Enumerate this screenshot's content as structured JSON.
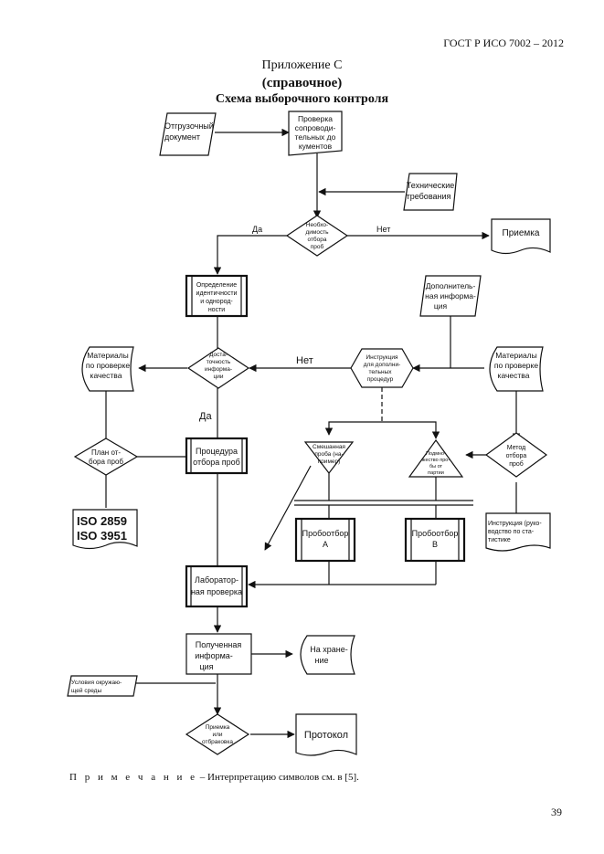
{
  "header": {
    "standard": "ГОСТ Р ИСО 7002 – 2012"
  },
  "titles": {
    "appendix": "Приложение С",
    "kind": "(справочное)",
    "scheme": "Схема выборочного контроля"
  },
  "nodes": {
    "shipping_doc": [
      "Отгрузочный",
      "документ"
    ],
    "check_docs": [
      "Проверка",
      "сопроводи-",
      "тельных до",
      "кументов"
    ],
    "tech_req": [
      "Технические",
      "требования"
    ],
    "need_sampling": [
      "Необхо-",
      "димость",
      "отбора",
      "проб"
    ],
    "acceptance": [
      "Приемка"
    ],
    "identity": [
      "Определение",
      "идентичности",
      "и однород-",
      "ности"
    ],
    "extra_info": [
      "Дополнитель-",
      "ная информа-",
      "ция"
    ],
    "quality_mat_left": [
      "Материалы",
      "по проверке",
      "качества"
    ],
    "sufficient_info": [
      "Доста-",
      "точность",
      "информа-",
      "ции"
    ],
    "extra_instr": [
      "Инструкция",
      "для дополни-",
      "тельных",
      "процедур"
    ],
    "quality_mat_right": [
      "Материалы",
      "по проверке",
      "качества"
    ],
    "mixed_sample": [
      "Смешанная",
      "проба (на-",
      "пример)"
    ],
    "lot_sample": [
      "Подмно-",
      "жество про-",
      "бы от",
      "партии"
    ],
    "sampling_method": [
      "Метод",
      "отбора",
      "проб"
    ],
    "sampling_plan": [
      "План от-",
      "бора проб"
    ],
    "sampling_proc": [
      "Процедура",
      "отбора проб"
    ],
    "iso_refs": [
      "ISO 2859",
      "ISO 3951"
    ],
    "sampling_a": [
      "Пробоотбор",
      "А"
    ],
    "sampling_b": [
      "Пробоотбор",
      "В"
    ],
    "instruction_doc": [
      "Инструкция (руко-",
      "водство по ста-",
      "тистике"
    ],
    "lab_check": [
      "Лаборатор-",
      "ная проверка"
    ],
    "received_info": [
      "Полученная",
      "информа-",
      "ция"
    ],
    "storage": [
      "На хране-",
      "ние"
    ],
    "env_conditions": [
      "Условия окружаю-",
      "щей среды"
    ],
    "accept_reject": [
      "Приемка",
      "или",
      "отбраковка"
    ],
    "protocol": [
      "Протокол"
    ]
  },
  "edge_labels": {
    "yes_top": "Да",
    "no_top": "Нет",
    "no_mid": "Нет",
    "yes_mid": "Да"
  },
  "note": {
    "label": "П р и м е ч а н и е",
    "text": " – Интерпретацию символов см. в [5]."
  },
  "page_number": "39"
}
